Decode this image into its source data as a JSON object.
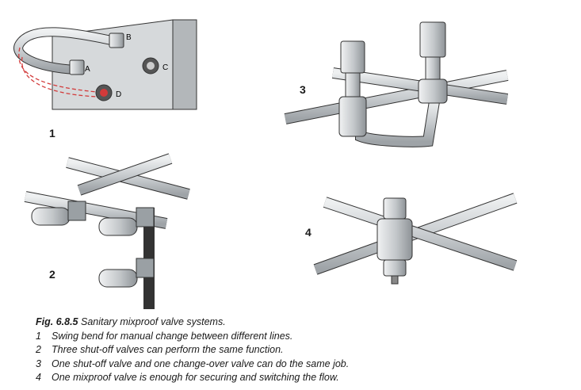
{
  "figure": {
    "label": "Fig. 6.8.5",
    "title": "Sanitary mixproof valve systems.",
    "items": [
      {
        "num": "1",
        "text": "Swing bend for manual change between different lines."
      },
      {
        "num": "2",
        "text": "Three shut-off valves can perform the same function."
      },
      {
        "num": "3",
        "text": "One shut-off valve and one change-over valve can do the same job."
      },
      {
        "num": "4",
        "text": "One mixproof valve is enough for securing and switching the flow."
      }
    ]
  },
  "diagram_labels": {
    "panel1": "1",
    "panel2": "2",
    "panel3": "3",
    "panel4": "4",
    "port_a": "A",
    "port_b": "B",
    "port_c": "C",
    "port_d": "D"
  },
  "colors": {
    "pipe": "#d3d6d8",
    "pipe_dark": "#9fa4a8",
    "outline": "#333333",
    "dashed": "#d23a3a"
  }
}
